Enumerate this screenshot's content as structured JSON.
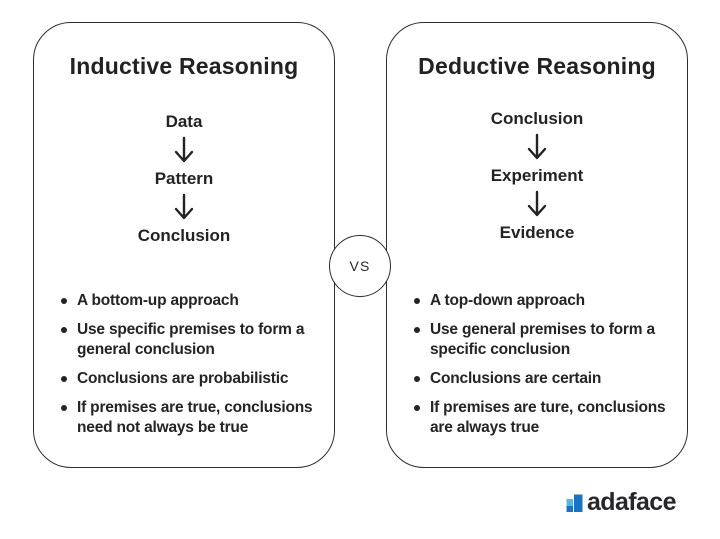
{
  "left_box": {
    "title": "Inductive Reasoning",
    "flow": [
      "Data",
      "Pattern",
      "Conclusion"
    ],
    "bullets": [
      "A bottom-up approach",
      "Use specific premises to form a\ngeneral conclusion",
      "Conclusions are probabilistic",
      "If premises are true, conclusions\nneed not always be true"
    ]
  },
  "right_box": {
    "title": "Deductive Reasoning",
    "flow": [
      "Conclusion",
      "Experiment",
      "Evidence"
    ],
    "bullets": [
      "A top-down approach",
      "Use general premises to form a\nspecific conclusion",
      "Conclusions are certain",
      "If premises are ture, conclusions\nare always true"
    ]
  },
  "divider": {
    "label": "VS"
  },
  "branding": {
    "logo_text": "adaface",
    "logo_icon": "bar-chart-flag-icon"
  },
  "colors": {
    "background": "#ffffff",
    "border": "#2d2d2d",
    "text": "#232323",
    "logo_blue_light": "#5cb3e6",
    "logo_blue_dark": "#1d71c1"
  }
}
